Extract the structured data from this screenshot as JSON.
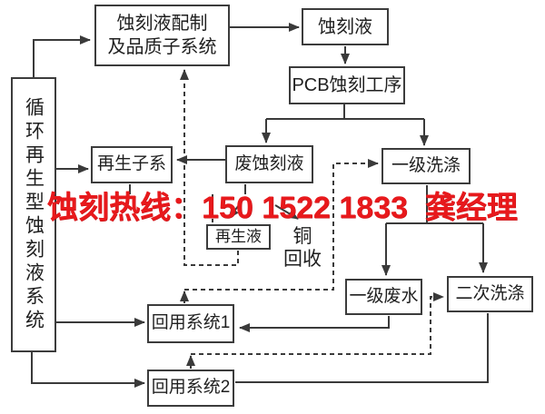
{
  "figure": {
    "title_hint": "PCB etching solution recycling flowchart",
    "boxes": {
      "prep": {
        "line1": "蚀刻液配制",
        "line2": "及品质子系统"
      },
      "etchant": {
        "label": "蚀刻液"
      },
      "pcb": {
        "label": "PCB蚀刻工序"
      },
      "regen_sub": {
        "label": "再生子系"
      },
      "waste": {
        "label": "废蚀刻液"
      },
      "wash1": {
        "label": "一级洗涤"
      },
      "regen_liquid": {
        "label": "再生液"
      },
      "wastewater1": {
        "label": "一级废水"
      },
      "wash2": {
        "label": "二次洗涤"
      },
      "reuse1": {
        "label": "回用系统1"
      },
      "reuse2": {
        "label": "回用系统2"
      },
      "system": {
        "label": "循环再生型蚀刻液系统"
      }
    },
    "labels": {
      "copper_line1": "铜",
      "copper_line2": "回收"
    },
    "line_color": "#3a3a3a"
  },
  "overlay": {
    "hotline": "蚀刻热线：150 1522 1833  龚经理",
    "color": "#e8191c"
  }
}
